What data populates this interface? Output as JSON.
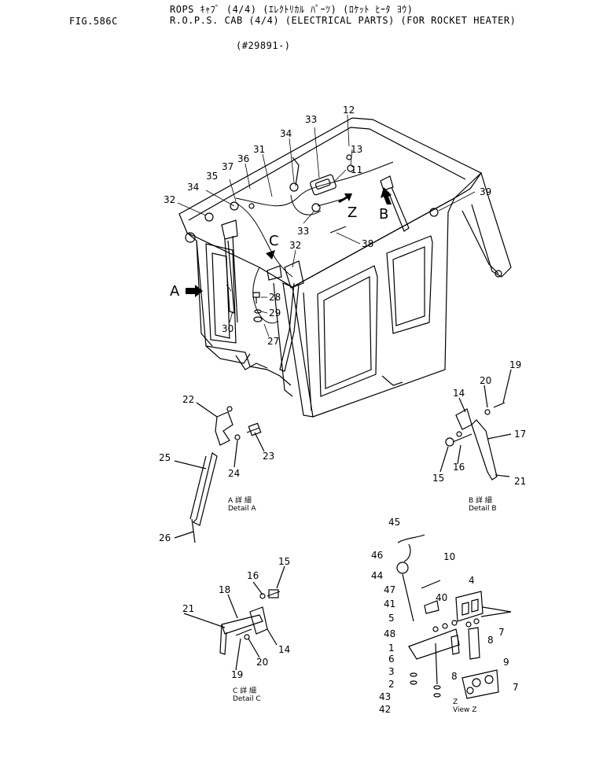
{
  "header": {
    "fig_no": "FIG.586C",
    "title_jp": "ROPS ｷｬﾌﾞ (4/4) (ｴﾚｸﾄﾘｶﾙ ﾊﾟｰﾂ) (ﾛｹｯﾄ ﾋｰﾀ ﾖｳ)",
    "title_en": "R.O.P.S. CAB (4/4) (ELECTRICAL PARTS) (FOR ROCKET HEATER)",
    "serial": "(#29891-)"
  },
  "view_markers": {
    "a": "A",
    "b": "B",
    "c": "C",
    "z": "Z"
  },
  "details": {
    "a": {
      "jp": "A 詳 細",
      "en": "Detail A"
    },
    "b": {
      "jp": "B 詳 細",
      "en": "Detail B"
    },
    "c": {
      "jp": "C 詳 細",
      "en": "Detail C"
    },
    "z": {
      "jp": "Z",
      "en": "View Z"
    }
  },
  "callouts": [
    "12",
    "13",
    "11",
    "33",
    "34",
    "31",
    "36",
    "37",
    "35",
    "34",
    "32",
    "33",
    "38",
    "39",
    "32",
    "28",
    "29",
    "27",
    "30",
    "22",
    "23",
    "24",
    "25",
    "26",
    "14",
    "20",
    "19",
    "17",
    "15",
    "16",
    "21",
    "45",
    "46",
    "44",
    "10",
    "47",
    "41",
    "40",
    "4",
    "5",
    "48",
    "7",
    "8",
    "1",
    "6",
    "9",
    "3",
    "2",
    "8",
    "7",
    "43",
    "42",
    "18",
    "16",
    "15",
    "21",
    "14",
    "19",
    "20"
  ]
}
